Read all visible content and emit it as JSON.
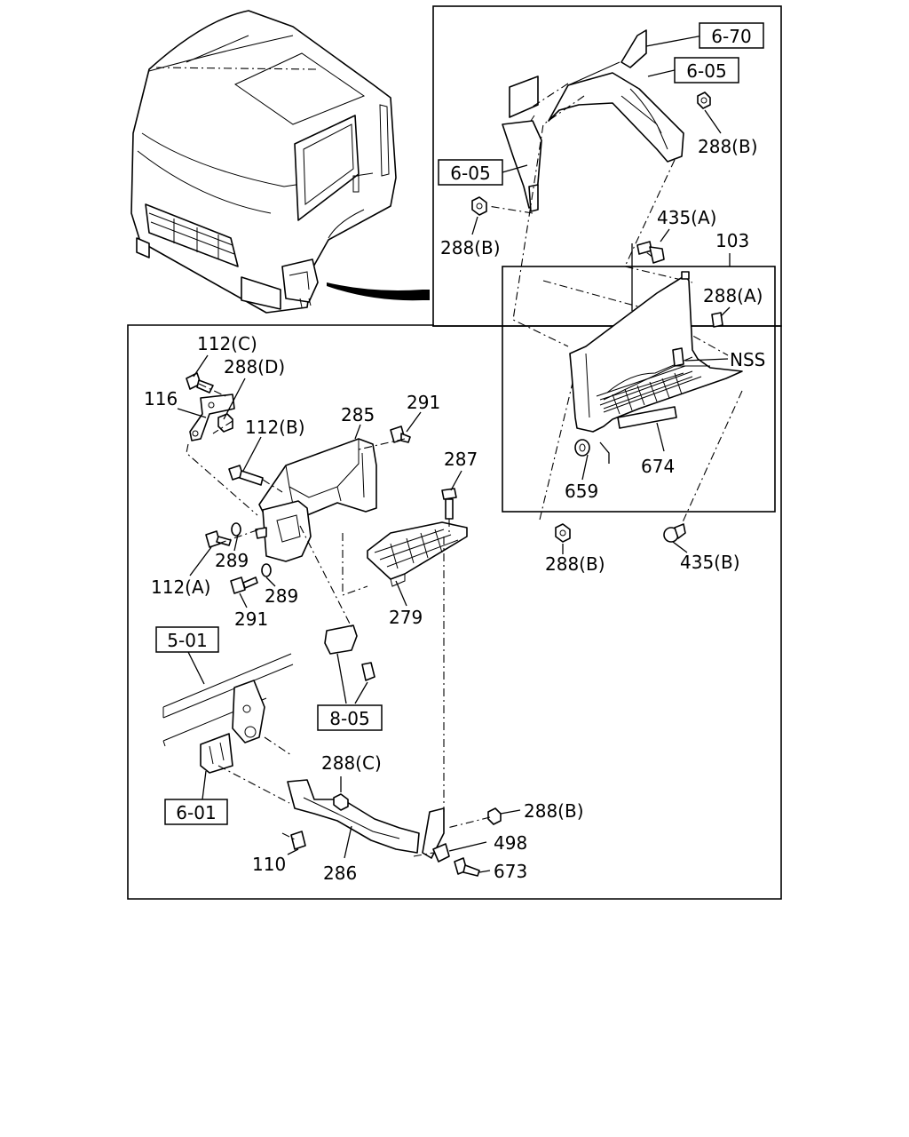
{
  "diagram": {
    "part_labels": {
      "p288b_top": "288(B)",
      "p435a": "435(A)",
      "p103": "103",
      "p288a": "288(A)",
      "pNSS": "NSS",
      "p674": "674",
      "p659": "659",
      "p288b_left": "288(B)",
      "p288b_mid": "288(B)",
      "p435b": "435(B)",
      "p112c": "112(C)",
      "p288d": "288(D)",
      "p116": "116",
      "p285": "285",
      "p291_top": "291",
      "p112b": "112(B)",
      "p287": "287",
      "p289_a": "289",
      "p112a": "112(A)",
      "p289_b": "289",
      "p291_bot": "291",
      "p279": "279",
      "p288c": "288(C)",
      "p288b_bot": "288(B)",
      "p498": "498",
      "p673": "673",
      "p110": "110",
      "p286": "286"
    },
    "reference_boxes": {
      "r670": "6-70",
      "r605_top": "6-05",
      "r605_left": "6-05",
      "r501": "5-01",
      "r805": "8-05",
      "r601": "6-01"
    }
  }
}
